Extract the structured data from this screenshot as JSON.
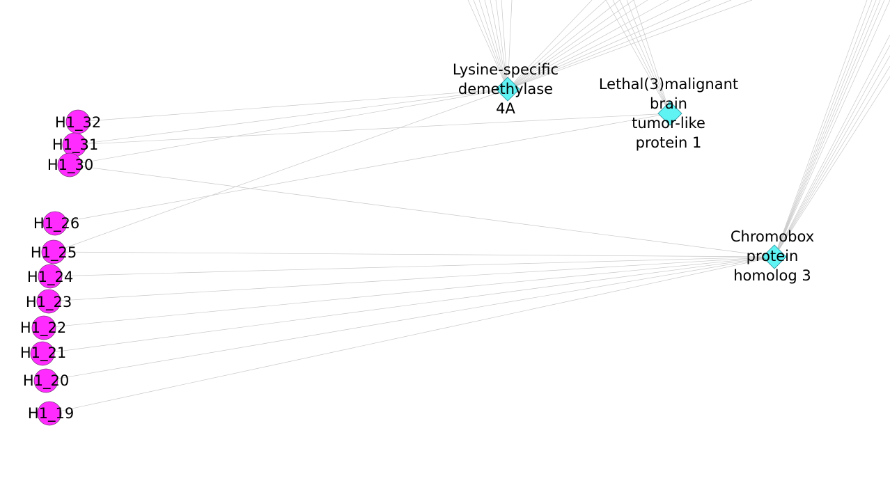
{
  "colors": {
    "edge": "#c8c8c8",
    "histone_node": "#ff2bff",
    "protein_node": "#5ff3f3"
  },
  "histone_nodes": [
    {
      "id": "H1_32",
      "label": "H1_32"
    },
    {
      "id": "H1_31",
      "label": "H1_31"
    },
    {
      "id": "H1_30",
      "label": "H1_30"
    },
    {
      "id": "H1_26",
      "label": "H1_26"
    },
    {
      "id": "H1_25",
      "label": "H1_25"
    },
    {
      "id": "H1_24",
      "label": "H1_24"
    },
    {
      "id": "H1_23",
      "label": "H1_23"
    },
    {
      "id": "H1_22",
      "label": "H1_22"
    },
    {
      "id": "H1_21",
      "label": "H1_21"
    },
    {
      "id": "H1_20",
      "label": "H1_20"
    },
    {
      "id": "H1_19",
      "label": "H1_19"
    }
  ],
  "protein_nodes": [
    {
      "id": "KDM4A",
      "label_lines": [
        "Lysine-specific",
        "demethylase",
        "4A"
      ]
    },
    {
      "id": "L3MBTL1",
      "label_lines": [
        "Lethal(3)malignant",
        "brain",
        "tumor-like",
        "protein 1"
      ]
    },
    {
      "id": "CBX3",
      "label_lines": [
        "Chromobox",
        "protein",
        "homolog 3"
      ]
    }
  ],
  "edges": [
    [
      "H1_32",
      "KDM4A"
    ],
    [
      "H1_31",
      "KDM4A"
    ],
    [
      "H1_30",
      "KDM4A"
    ],
    [
      "H1_25",
      "KDM4A"
    ],
    [
      "H1_31",
      "L3MBTL1"
    ],
    [
      "H1_26",
      "L3MBTL1"
    ],
    [
      "H1_30",
      "CBX3"
    ],
    [
      "H1_25",
      "CBX3"
    ],
    [
      "H1_24",
      "CBX3"
    ],
    [
      "H1_23",
      "CBX3"
    ],
    [
      "H1_22",
      "CBX3"
    ],
    [
      "H1_21",
      "CBX3"
    ],
    [
      "H1_20",
      "CBX3"
    ],
    [
      "H1_19",
      "CBX3"
    ]
  ]
}
